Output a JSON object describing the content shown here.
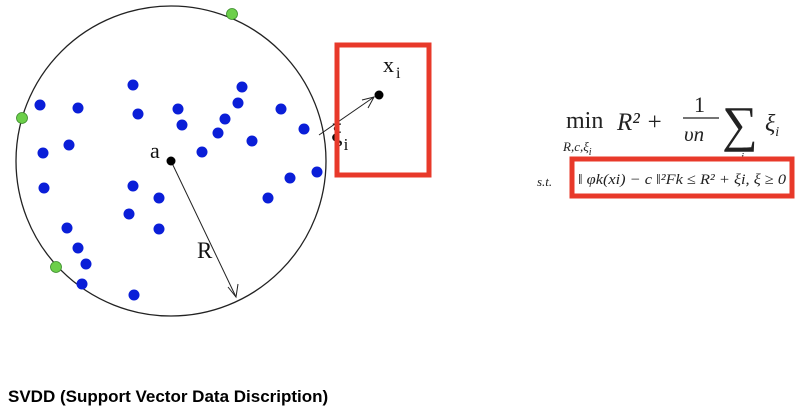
{
  "caption": "SVDD (Support Vector Data Discription)",
  "diagram": {
    "center_label": "a",
    "radius_label": "R",
    "outlier_label": "x",
    "outlier_subscript": "i",
    "slack_label": "ξ",
    "slack_subscript": "i",
    "inlier_color": "#0a1ed8",
    "support_vector_color": "#6ccf4a",
    "highlight_color": "#e8392a"
  },
  "formula": {
    "objective_min": "min",
    "objective_min_subscript": "R,c,ξ",
    "objective_min_subscript_i": "i",
    "objective_r2": "R² +",
    "fraction_num": "1",
    "fraction_den": "υn",
    "sum_symbol": "∑",
    "sum_index": "i",
    "sum_term": "ξ",
    "sum_term_sub": "i",
    "st_label": "s.t.",
    "constraint": "‖ φk(xi) − c ‖²Fk ≤ R² + ξi,  ξ ≥ 0"
  }
}
